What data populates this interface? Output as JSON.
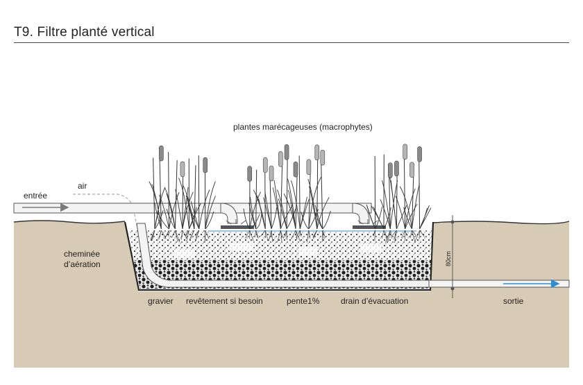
{
  "title": "T9. Filtre planté vertical",
  "labels": {
    "plants": "plantes marécageuses (macrophytes)",
    "inlet": "entrée",
    "air": "air",
    "chimney_line1": "cheminée",
    "chimney_line2": "d’aération",
    "gravel": "gravier",
    "liner": "revêtement si besoin",
    "slope": "pente1%",
    "drain": "drain d’évacuation",
    "outlet": "sortie",
    "depth": "80cm"
  },
  "colors": {
    "soil": "#d8cbb6",
    "pipe_fill": "#f4f4f4",
    "pipe_stroke": "#555555",
    "reed": "#333333",
    "outlet_arrow": "#2b8fd6",
    "water_line": "#9fc6e0"
  }
}
